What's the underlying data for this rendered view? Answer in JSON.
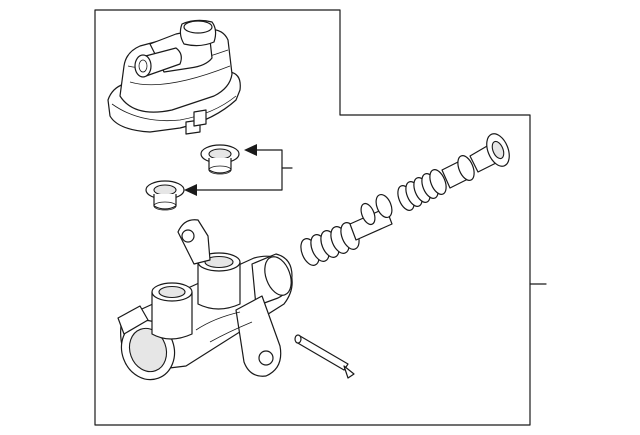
{
  "diagram": {
    "kind": "exploded parts diagram",
    "parts": [
      "reservoir-tank",
      "reservoir-grommet-upper",
      "reservoir-grommet-lower",
      "master-cylinder-body",
      "piston-assembly",
      "push-rod"
    ],
    "colors": {
      "line": "#1a1a1a",
      "background": "#ffffff",
      "shade": "#e6e6e6"
    }
  }
}
